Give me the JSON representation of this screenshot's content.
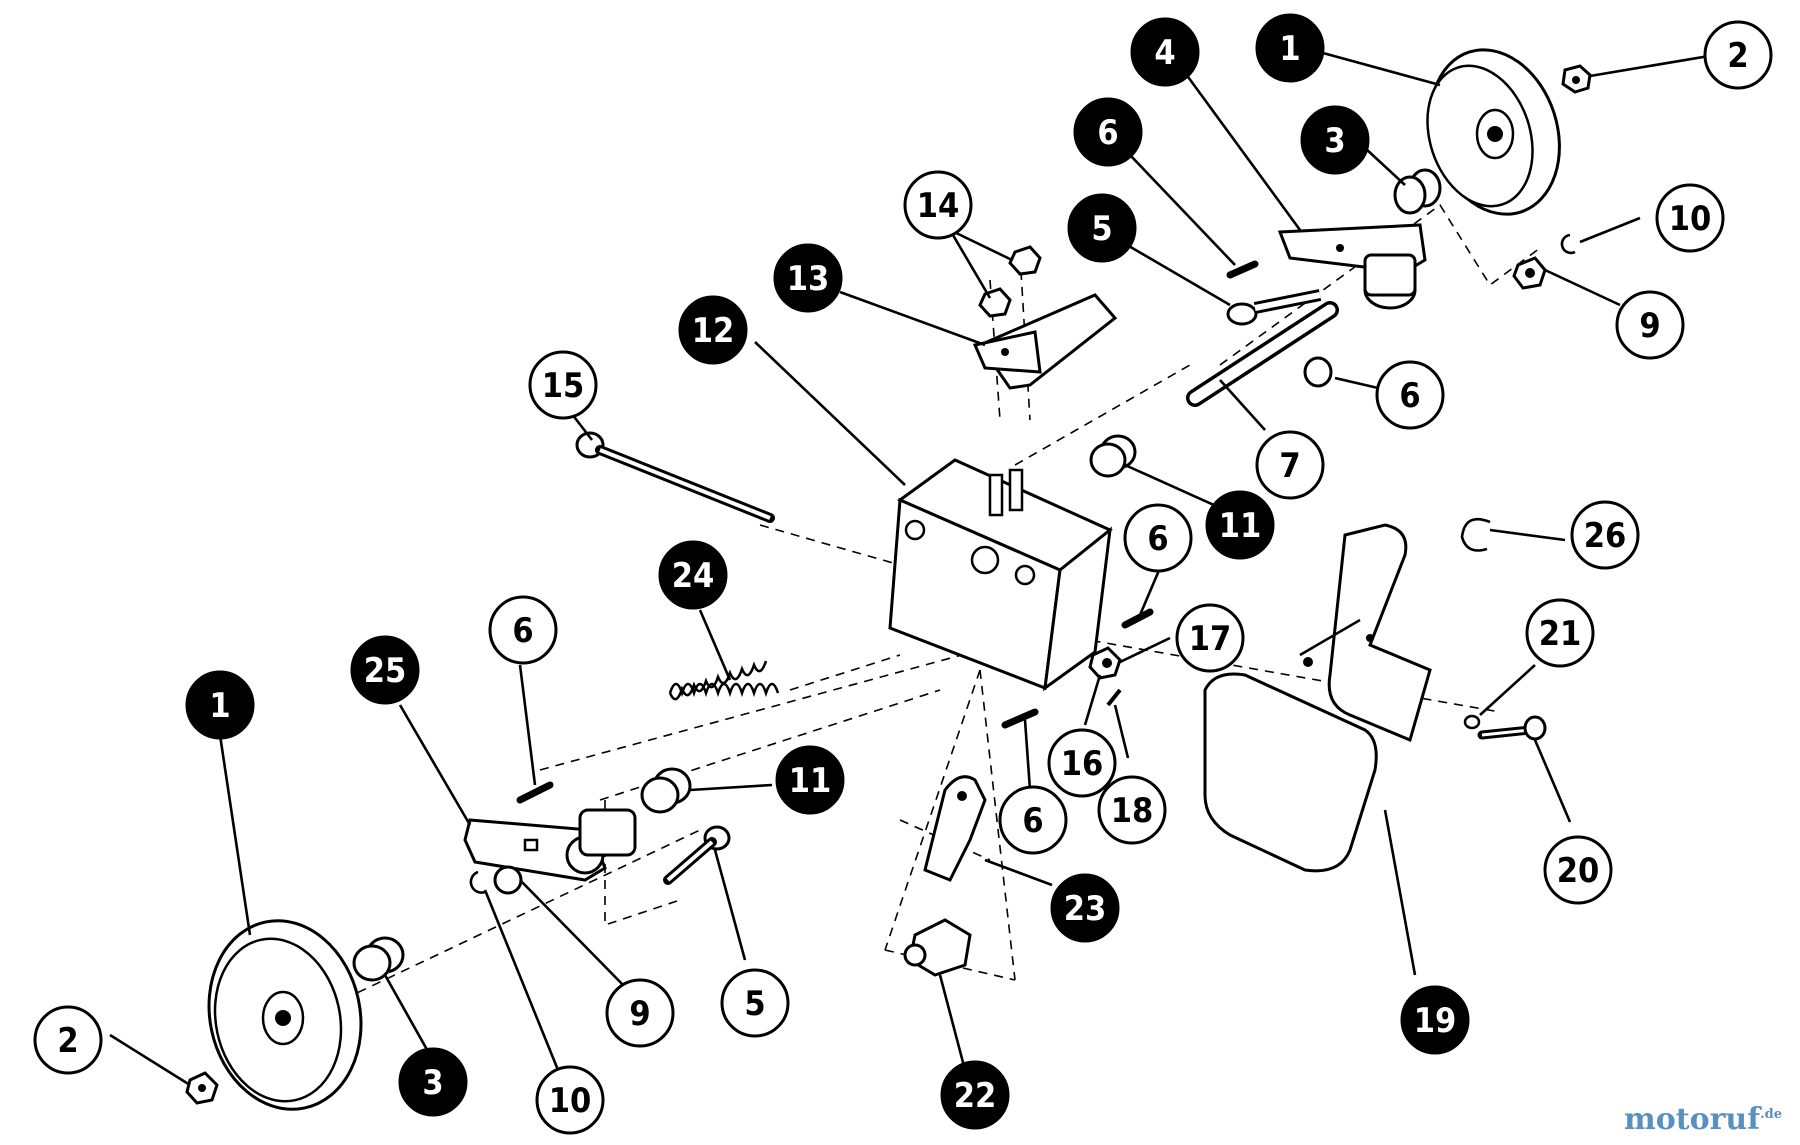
{
  "callouts": [
    {
      "id": "c1a",
      "label": "1",
      "style": "filled"
    },
    {
      "id": "c2a",
      "label": "2",
      "style": "outline"
    },
    {
      "id": "c3a",
      "label": "3",
      "style": "filled"
    },
    {
      "id": "c4",
      "label": "4",
      "style": "filled"
    },
    {
      "id": "c6a",
      "label": "6",
      "style": "filled"
    },
    {
      "id": "c5a",
      "label": "5",
      "style": "filled"
    },
    {
      "id": "c10a",
      "label": "10",
      "style": "outline"
    },
    {
      "id": "c9a",
      "label": "9",
      "style": "outline"
    },
    {
      "id": "c6b",
      "label": "6",
      "style": "outline"
    },
    {
      "id": "c7",
      "label": "7",
      "style": "outline"
    },
    {
      "id": "c11a",
      "label": "11",
      "style": "filled"
    },
    {
      "id": "c14",
      "label": "14",
      "style": "outline"
    },
    {
      "id": "c13",
      "label": "13",
      "style": "filled"
    },
    {
      "id": "c12",
      "label": "12",
      "style": "filled"
    },
    {
      "id": "c15",
      "label": "15",
      "style": "outline"
    },
    {
      "id": "c26",
      "label": "26",
      "style": "outline"
    },
    {
      "id": "c6c",
      "label": "6",
      "style": "outline"
    },
    {
      "id": "c17",
      "label": "17",
      "style": "outline"
    },
    {
      "id": "c24",
      "label": "24",
      "style": "filled"
    },
    {
      "id": "c6d",
      "label": "6",
      "style": "outline"
    },
    {
      "id": "c25",
      "label": "25",
      "style": "filled"
    },
    {
      "id": "c1b",
      "label": "1",
      "style": "filled"
    },
    {
      "id": "c21",
      "label": "21",
      "style": "outline"
    },
    {
      "id": "c16",
      "label": "16",
      "style": "outline"
    },
    {
      "id": "c18",
      "label": "18",
      "style": "outline"
    },
    {
      "id": "c6e",
      "label": "6",
      "style": "outline"
    },
    {
      "id": "c11b",
      "label": "11",
      "style": "filled"
    },
    {
      "id": "c20",
      "label": "20",
      "style": "outline"
    },
    {
      "id": "c23",
      "label": "23",
      "style": "filled"
    },
    {
      "id": "c5b",
      "label": "5",
      "style": "outline"
    },
    {
      "id": "c9b",
      "label": "9",
      "style": "outline"
    },
    {
      "id": "c19",
      "label": "19",
      "style": "filled"
    },
    {
      "id": "c2b",
      "label": "2",
      "style": "outline"
    },
    {
      "id": "c3b",
      "label": "3",
      "style": "filled"
    },
    {
      "id": "c10b",
      "label": "10",
      "style": "outline"
    },
    {
      "id": "c22",
      "label": "22",
      "style": "filled"
    }
  ],
  "watermark": {
    "text": "motoruf",
    "suffix": ".de"
  },
  "colors": {
    "ink": "#000000",
    "paper": "#ffffff",
    "watermark": "#5a8fc0"
  }
}
